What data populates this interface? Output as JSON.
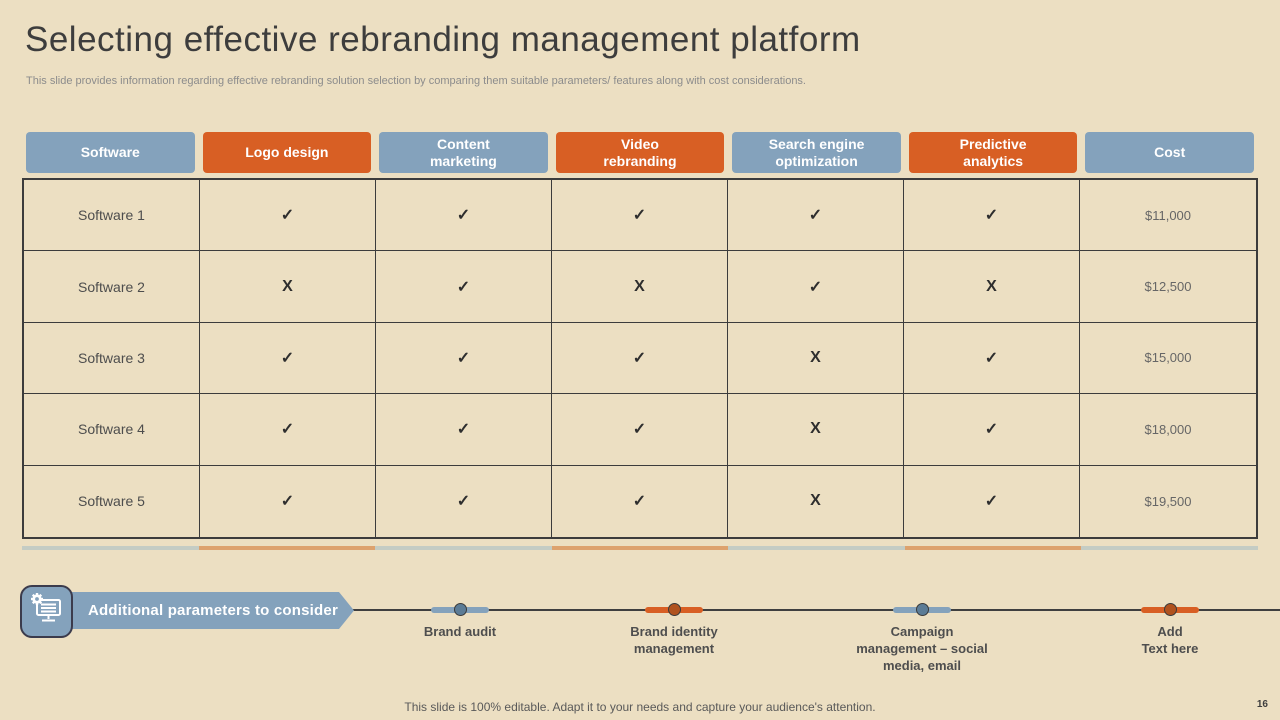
{
  "slide": {
    "title": "Selecting effective rebranding management platform",
    "subtitle": "This slide provides information regarding effective rebranding solution selection by comparing them suitable parameters/ features along with cost considerations.",
    "footer_note": "This slide is 100% editable. Adapt it to your needs and capture your audience's attention.",
    "page_number": "16"
  },
  "colors": {
    "background": "#ecdfc2",
    "header_blue": "#84a2bc",
    "header_orange": "#d85f24",
    "accent_blue": "#c4ccc4",
    "accent_orange": "#dda26e",
    "dot_blue": "#5c7c96",
    "dot_orange": "#b0521e",
    "border_dark": "#3c3c3c"
  },
  "table": {
    "columns": [
      {
        "label": "Software",
        "scheme": "blue"
      },
      {
        "label": "Logo design",
        "scheme": "orange"
      },
      {
        "label": "Content\nmarketing",
        "scheme": "blue"
      },
      {
        "label": "Video\nrebranding",
        "scheme": "orange"
      },
      {
        "label": "Search engine\noptimization",
        "scheme": "blue"
      },
      {
        "label": "Predictive\nanalytics",
        "scheme": "orange"
      },
      {
        "label": "Cost",
        "scheme": "blue"
      }
    ],
    "rows": [
      {
        "name": "Software 1",
        "marks": [
          "✓",
          "✓",
          "✓",
          "✓",
          "✓"
        ],
        "cost": "$11,000"
      },
      {
        "name": "Software 2",
        "marks": [
          "X",
          "✓",
          "X",
          "✓",
          "X"
        ],
        "cost": "$12,500"
      },
      {
        "name": "Software 3",
        "marks": [
          "✓",
          "✓",
          "✓",
          "X",
          "✓"
        ],
        "cost": "$15,000"
      },
      {
        "name": "Software 4",
        "marks": [
          "✓",
          "✓",
          "✓",
          "X",
          "✓"
        ],
        "cost": "$18,000"
      },
      {
        "name": "Software 5",
        "marks": [
          "✓",
          "✓",
          "✓",
          "X",
          "✓"
        ],
        "cost": "$19,500"
      }
    ]
  },
  "timeline": {
    "banner_label": "Additional parameters to consider",
    "icon": "monitor-settings-icon",
    "milestones": [
      {
        "label": "Brand audit",
        "scheme": "blue"
      },
      {
        "label": "Brand identity\nmanagement",
        "scheme": "orange"
      },
      {
        "label": "Campaign\nmanagement – social\nmedia, email",
        "scheme": "blue"
      },
      {
        "label": "Add\nText here",
        "scheme": "orange"
      }
    ]
  }
}
